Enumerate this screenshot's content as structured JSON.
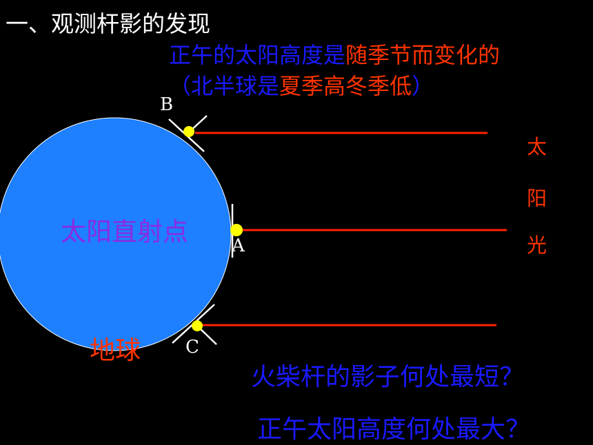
{
  "title": "一、观测杆影的发现",
  "subtitle": {
    "part1": "正午的太阳高度是",
    "part2": "随季节而变化的",
    "line2_open": "（北半球是",
    "line2_mid": "夏季高冬季低",
    "line2_close": "）"
  },
  "labels": {
    "point_b": "B",
    "point_a": "A",
    "point_c": "C",
    "subsolar": "太阳直射点",
    "earth": "地球",
    "sunlight": [
      "太",
      "阳",
      "光"
    ]
  },
  "questions": {
    "q1": "火柴杆的影子何处最短？",
    "q2": "正午太阳高度何处最大？"
  },
  "colors": {
    "background": "#000000",
    "earth": "#1E7FFF",
    "ray": "#FF2200",
    "marker": "#FFFF00",
    "blue_text": "#1A1AFF",
    "purple_text": "#8A2BE2",
    "red_text": "#FF3300",
    "white": "#FFFFFF"
  }
}
